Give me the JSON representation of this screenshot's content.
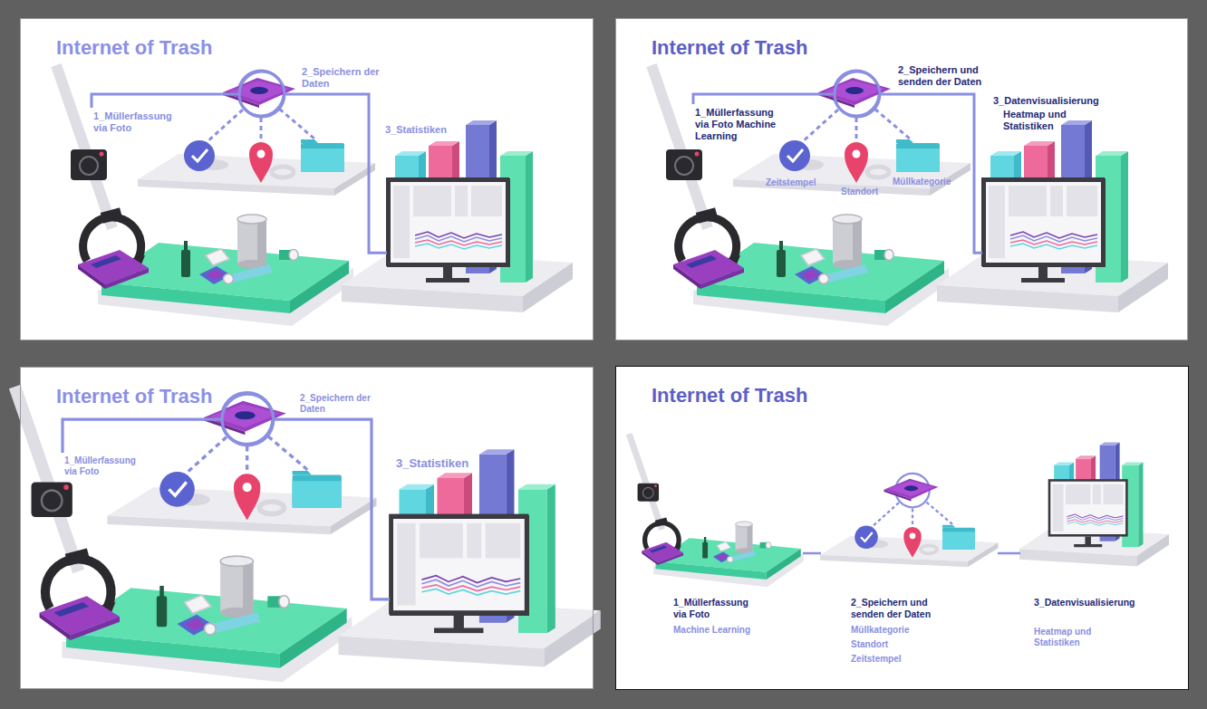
{
  "diagram": {
    "nodes": [
      {
        "text": [
          "Internet of Trash"
        ]
      },
      {
        "text": [
          "1_Müllerfassung via Foto"
        ],
        "in": 0
      },
      {
        "text": [
          "2_Speichern der Daten"
        ],
        "in": 0
      },
      {
        "text": [
          "3_Statistiken"
        ],
        "in": 0
      },
      {
        "text": [
          "Internet of Trash"
        ]
      },
      {
        "text": [
          "1_Müllerfassung via Foto Machine Learning"
        ],
        "in": 4
      },
      {
        "text": [
          "2_Speichern und senden der Daten"
        ],
        "in": 4
      },
      {
        "text": [
          "3_Datenvisualisierung",
          "Heatmap und Statistiken"
        ],
        "in": 4
      },
      {
        "text": [
          "Internet of Trash"
        ]
      },
      {
        "text": [
          "1_Müllerfassung via Foto"
        ],
        "in": 8
      },
      {
        "text": [
          "2_Speichern der Daten"
        ],
        "in": 8
      },
      {
        "text": [
          "3_Statistiken"
        ],
        "in": 8
      },
      {
        "text": [
          "Internet of Trash"
        ]
      },
      {
        "text": [
          "1_Müllerfassung via Foto",
          "Machine Learning"
        ],
        "in": 12
      },
      {
        "text": [
          "2_Speichern und senden der Daten",
          "Müllkategorie",
          "Standort",
          "Zeitstempel"
        ],
        "in": 12
      },
      {
        "text": [
          "3_Datenvisualisierung",
          "Heatmap und Statistiken"
        ],
        "in": 12
      }
    ],
    "edges": [
      {
        "from": 1,
        "to": 2,
        "arrow": "none"
      },
      {
        "from": 2,
        "to": 3,
        "arrow": "none"
      },
      {
        "from": 5,
        "to": 6,
        "arrow": "none"
      },
      {
        "from": 6,
        "to": 7,
        "arrow": "none"
      },
      {
        "from": 9,
        "to": 10,
        "arrow": "none"
      },
      {
        "from": 10,
        "to": 11,
        "arrow": "none"
      },
      {
        "from": 13,
        "to": 14,
        "arrow": "none"
      },
      {
        "from": 14,
        "to": 15,
        "arrow": "none"
      }
    ],
    "labels": [
      "Zeitstempel",
      "Standort",
      "Müllkategorie"
    ]
  }
}
